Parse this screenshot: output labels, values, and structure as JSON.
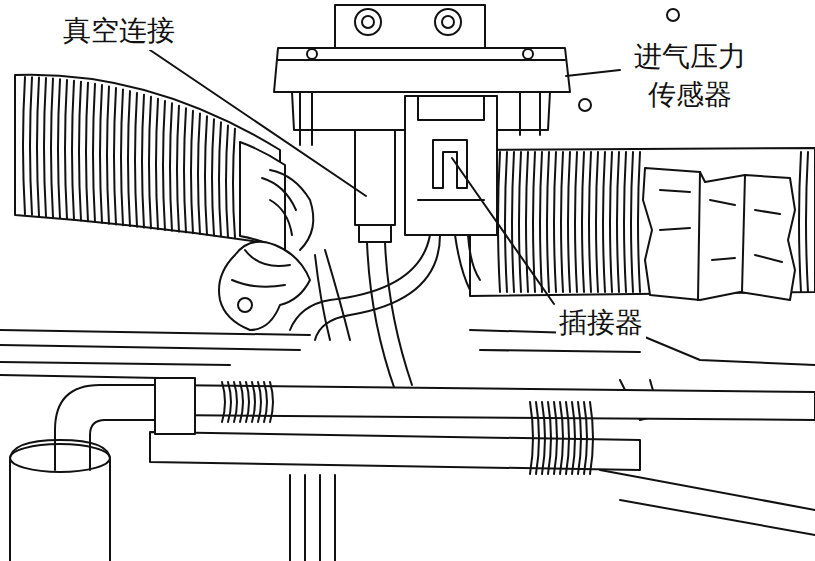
{
  "diagram": {
    "labels": [
      "真空连接",
      "进气压力 传感器",
      "插接器"
    ]
  }
}
